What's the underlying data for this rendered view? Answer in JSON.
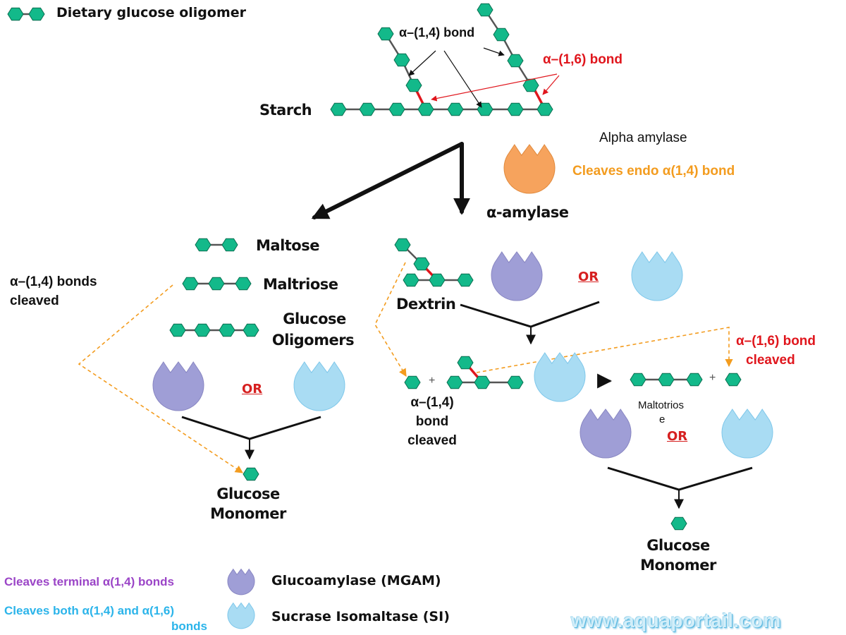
{
  "legend_top": {
    "label": "Dietary glucose oligomer"
  },
  "starch": {
    "label": "Starch",
    "bond_14": "α–(1,4) bond",
    "bond_16": "α–(1,6) bond"
  },
  "alpha_amylase_box": {
    "title": "Alpha amylase",
    "description": "Cleaves endo α(1,4) bond"
  },
  "enzyme_arrow_label": "α-amylase",
  "left_branch": {
    "maltose": "Maltose",
    "maltriose": "Maltriose",
    "oligomers_line1": "Glucose",
    "oligomers_line2": "Oligomers",
    "bonds_cleaved_line1": "α–(1,4) bonds",
    "bonds_cleaved_line2": "cleaved",
    "or": "OR",
    "product_line1": "Glucose",
    "product_line2": "Monomer"
  },
  "right_branch": {
    "dextrin": "Dextrin",
    "or_top": "OR",
    "plus1": "+",
    "plus2": "+",
    "bond14_line1": "α–(1,4)",
    "bond14_line2": "bond",
    "bond14_line3": "cleaved",
    "bond16_line1": "α–(1,6) bond",
    "bond16_line2": "cleaved",
    "maltotriose_line1": "Maltotrios",
    "maltotriose_line2": "e",
    "or_bottom": "OR",
    "product_line1": "Glucose",
    "product_line2": "Monomer"
  },
  "legend_bottom": {
    "mgam_description": "Cleaves terminal α(1,4) bonds",
    "mgam_name": "Glucoamylase (MGAM)",
    "si_description_line1": "Cleaves both α(1,4) and α(1,6)",
    "si_description_line2": "bonds",
    "si_name": "Sucrase Isomaltase (SI)"
  },
  "watermark": "www.aquaportail.com",
  "colors": {
    "glucose": "#13b98a",
    "glucose_stroke": "#0a6e50",
    "bond_16": "#e0161d",
    "mgam_enzyme": "#9f9ed6",
    "si_enzyme": "#a9dcf3",
    "alpha_amylase_enzyme": "#f6a35d",
    "cleave_arrow": "#f39c1f"
  }
}
